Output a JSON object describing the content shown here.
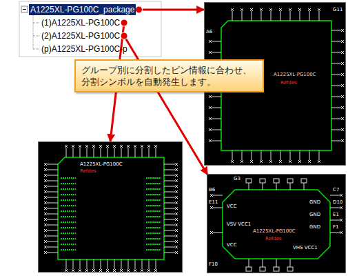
{
  "diagram": {
    "nodes": [
      {
        "text": [
          "A1225XL-PG100C_package"
        ]
      },
      {
        "text": [
          "(1)A1225XL-PG100C"
        ]
      },
      {
        "text": [
          "(2)A1225XL-PG100C"
        ]
      },
      {
        "text": [
          "(p)A1225XL-PG100C-p"
        ]
      },
      {
        "text": [
          "グループ別に分割したピン情報に合わせ、分割シンボルを自動発生します。"
        ]
      },
      {
        "text": [
          "A1225XL-PG100C",
          "Refdes"
        ]
      },
      {
        "text": [
          "A1225XL-PG100C",
          "Refdes"
        ]
      },
      {
        "text": [
          "A1225XL-PG100C",
          "Refdes"
        ]
      }
    ],
    "edges": [
      {
        "from": 0,
        "to": 5,
        "arrow": "to"
      },
      {
        "from": 1,
        "to": 6,
        "arrow": "to"
      },
      {
        "from": 2,
        "to": 7,
        "arrow": "to"
      }
    ],
    "labels": [
      "G11",
      "A6",
      "G3",
      "B6",
      "E11",
      "C7",
      "D10",
      "E1",
      "F1",
      "F10",
      "VCC",
      "VCC",
      "GND",
      "GND",
      "GND",
      "VSV VCC1",
      "VHS VCC1"
    ]
  }
}
